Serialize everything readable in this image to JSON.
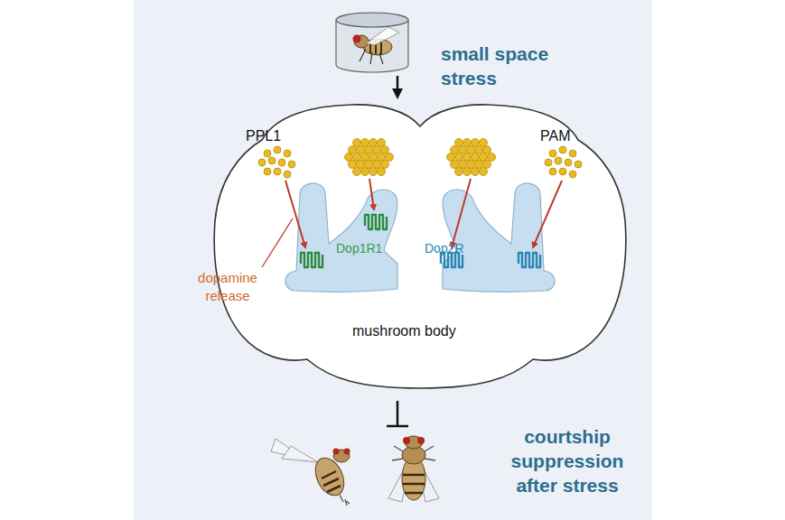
{
  "diagram": {
    "labels": [
      "small space stress",
      "PPL1",
      "PAM",
      "dopamine release",
      "Dop1R1",
      "Dop2R",
      "mushroom body",
      "courtship suppression after stress"
    ]
  }
}
